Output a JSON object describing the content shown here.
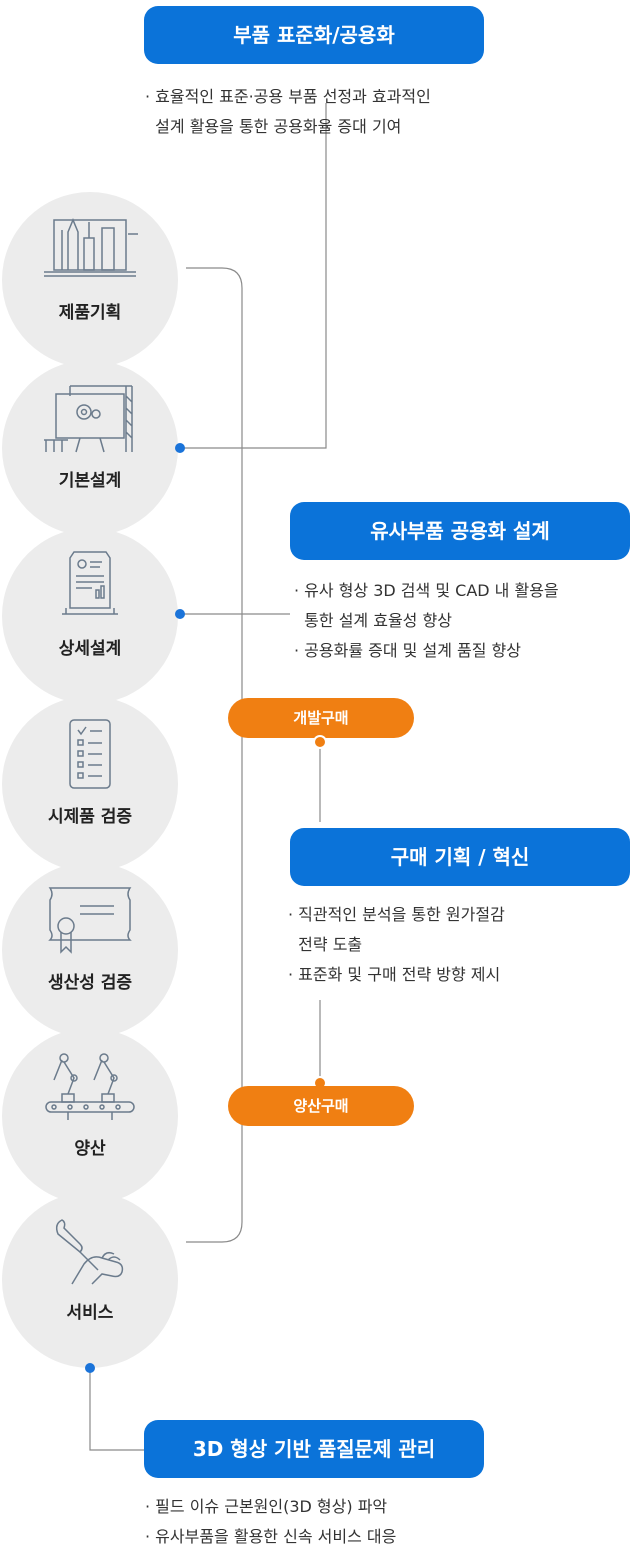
{
  "stages": [
    {
      "label": "제품기획",
      "icon": "tools-icon"
    },
    {
      "label": "기본설계",
      "icon": "blueprint-gear-icon"
    },
    {
      "label": "상세설계",
      "icon": "document-stand-icon"
    },
    {
      "label": "시제품 검증",
      "icon": "checklist-icon"
    },
    {
      "label": "생산성 검증",
      "icon": "certificate-icon"
    },
    {
      "label": "양산",
      "icon": "robot-arm-icon"
    },
    {
      "label": "서비스",
      "icon": "hand-wrench-icon"
    }
  ],
  "boxes": {
    "standardization": {
      "title": "부품 표준화/공용화",
      "lines": [
        "· 효율적인 표준·공용 부품 선정과 효과적인",
        "  설계 활용을 통한 공용화율 증대 기여"
      ]
    },
    "similar_parts": {
      "title": "유사부품 공용화 설계",
      "lines": [
        "· 유사 형상 3D 검색 및 CAD 내 활용을",
        "  통한 설계 효율성 향상",
        "· 공용화률 증대 및 설계 품질 향상"
      ]
    },
    "purchase": {
      "title": "구매 기획 / 혁신",
      "lines": [
        "· 직관적인 분석을 통한 원가절감",
        "  전략 도출",
        "· 표준화 및 구매 전략 방향 제시"
      ]
    },
    "quality": {
      "title": "3D 형상 기반 품질문제 관리",
      "lines": [
        "· 필드 이슈 근본원인(3D 형상) 파악",
        "· 유사부품을 활용한 신속 서비스 대응"
      ]
    }
  },
  "phases": {
    "development": "개발구매",
    "mass": "양산구매"
  },
  "colors": {
    "primary_blue": "#0b73d9",
    "orange": "#f07f12",
    "circle_gray": "#ececec"
  }
}
